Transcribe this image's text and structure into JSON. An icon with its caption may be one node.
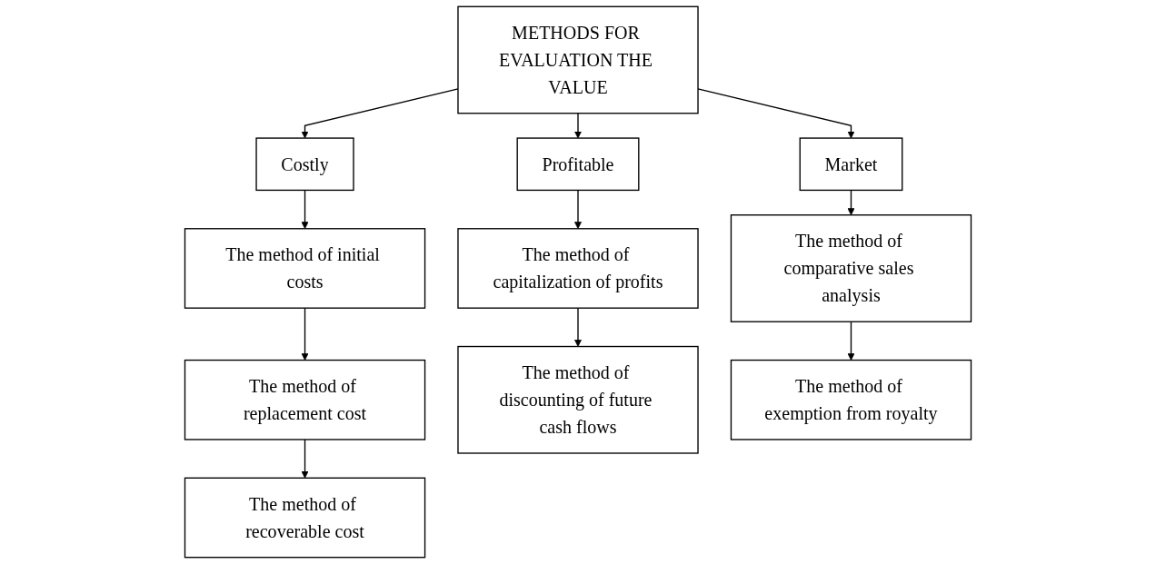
{
  "diagram": {
    "nodes": [
      {
        "text": [
          "METHODS FOR EVALUATION THE VALUE"
        ]
      },
      {
        "text": [
          "Costly"
        ]
      },
      {
        "text": [
          "Profitable"
        ]
      },
      {
        "text": [
          "Market"
        ]
      },
      {
        "text": [
          "The method of initial costs"
        ]
      },
      {
        "text": [
          "The method of replacement cost"
        ]
      },
      {
        "text": [
          "The method of recoverable cost"
        ]
      },
      {
        "text": [
          "The method of capitalization of profits"
        ]
      },
      {
        "text": [
          "The method of discounting of future cash flows"
        ]
      },
      {
        "text": [
          "The method of comparative sales analysis"
        ]
      },
      {
        "text": [
          "The method of exemption from royalty"
        ]
      }
    ],
    "edges": [
      {
        "from": 0,
        "to": 1,
        "arrow": "to"
      },
      {
        "from": 0,
        "to": 2,
        "arrow": "to"
      },
      {
        "from": 0,
        "to": 3,
        "arrow": "to"
      },
      {
        "from": 1,
        "to": 4,
        "arrow": "to"
      },
      {
        "from": 4,
        "to": 5,
        "arrow": "to"
      },
      {
        "from": 5,
        "to": 6,
        "arrow": "to"
      },
      {
        "from": 2,
        "to": 7,
        "arrow": "to"
      },
      {
        "from": 7,
        "to": 8,
        "arrow": "to"
      },
      {
        "from": 3,
        "to": 9,
        "arrow": "to"
      },
      {
        "from": 9,
        "to": 10,
        "arrow": "to"
      }
    ]
  }
}
